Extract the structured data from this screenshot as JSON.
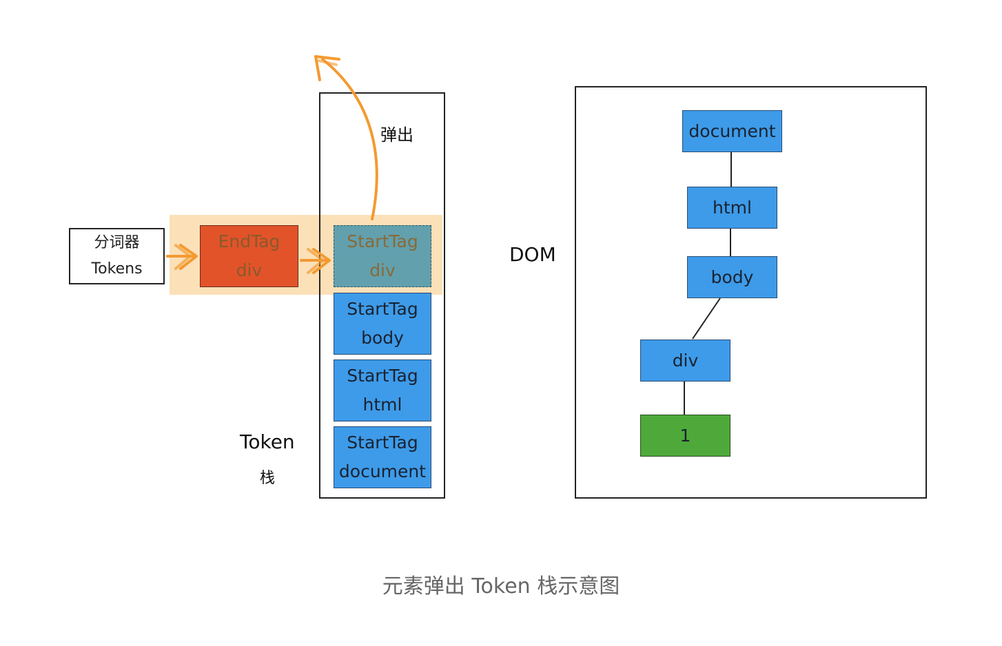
{
  "tokenizer": {
    "line1": "分词器",
    "line2": "Tokens"
  },
  "end_token": {
    "line1": "EndTag",
    "line2": "div"
  },
  "stack": {
    "pop_label": "弹出",
    "title_line1": "Token",
    "title_line2": "栈",
    "items": [
      {
        "line1": "StartTag",
        "line2": "div"
      },
      {
        "line1": "StartTag",
        "line2": "body"
      },
      {
        "line1": "StartTag",
        "line2": "html"
      },
      {
        "line1": "StartTag",
        "line2": "document"
      }
    ]
  },
  "dom": {
    "label": "DOM",
    "nodes": {
      "document": "document",
      "html": "html",
      "body": "body",
      "div": "div",
      "text": "1"
    }
  },
  "caption": "元素弹出 Token 栈示意图",
  "colors": {
    "highlight": "#fbe0b8",
    "end_token": "#e2532a",
    "popped_token": "#62a0ae",
    "stack_token": "#3d9be9",
    "text_node": "#4ea93a",
    "arrow": "#f39a31",
    "caption": "#666666"
  }
}
